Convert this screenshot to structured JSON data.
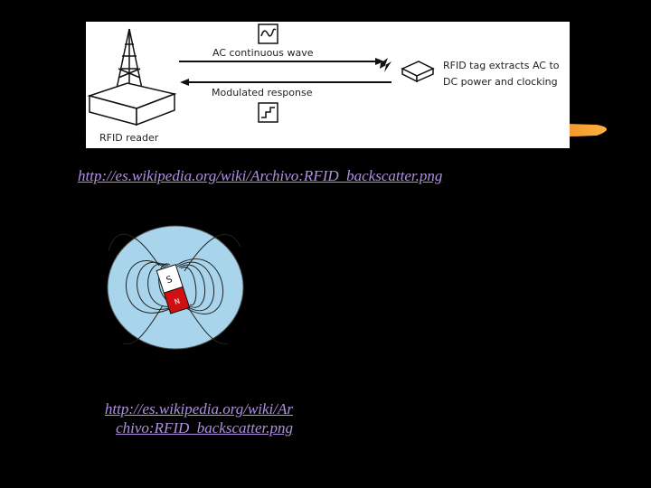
{
  "rfid_diagram": {
    "ac_wave_label": "AC continuous wave",
    "modulated_label": "Modulated response",
    "tag_label_line1": "RFID tag extracts AC to",
    "tag_label_line2": "DC power and clocking",
    "reader_label": "RFID reader"
  },
  "links": {
    "top_url": "http://es.wikipedia.org/wiki/Archivo:RFID_backscatter.png",
    "bottom_url_line1": "http://es.wikipedia.org/wiki/Ar",
    "bottom_url_line2": "chivo:RFID_backscatter.png"
  },
  "magnet_diagram": {
    "pole_south": "S",
    "pole_north": "N"
  },
  "colors": {
    "link": "#b090e0",
    "field_background": "#a8d4ec",
    "magnet_red": "#d01010",
    "swoosh": "#e87a10"
  }
}
